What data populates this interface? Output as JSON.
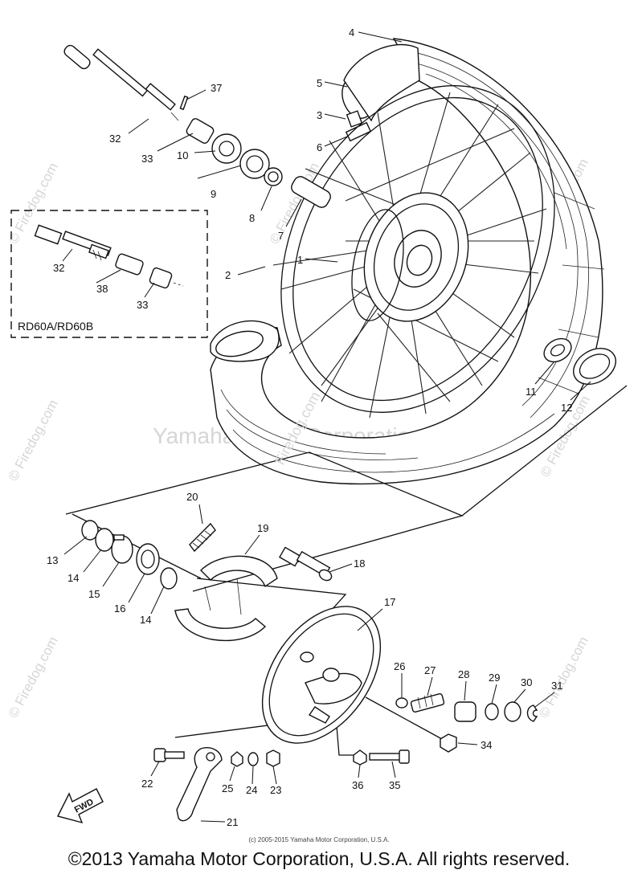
{
  "inset_label": "RD60A/RD60B",
  "fwd_label": "FWD",
  "watermarks": {
    "site": "© Firedog.com",
    "center": "Yamaha Motor Corporation U.S.A.",
    "wheel": "Firedog.com"
  },
  "callouts": {
    "p1": "1",
    "p2": "2",
    "p3": "3",
    "p4": "4",
    "p5": "5",
    "p6": "6",
    "p7": "7",
    "p8": "8",
    "p9": "9",
    "p10": "10",
    "p11": "11",
    "p12": "12",
    "p13": "13",
    "p14a": "14",
    "p14b": "14",
    "p15": "15",
    "p16": "16",
    "p17": "17",
    "p18": "18",
    "p19": "19",
    "p20": "20",
    "p21": "21",
    "p22": "22",
    "p23": "23",
    "p24": "24",
    "p25": "25",
    "p26": "26",
    "p27": "27",
    "p28": "28",
    "p29": "29",
    "p30": "30",
    "p31": "31",
    "p32a": "32",
    "p32b": "32",
    "p33a": "33",
    "p33b": "33",
    "p34": "34",
    "p35": "35",
    "p36": "36",
    "p37": "37",
    "p38": "38"
  },
  "footer": {
    "small_copyright": "(c) 2005-2015 Yamaha Motor Corporation, U.S.A.",
    "copyright": "©2013 Yamaha Motor Corporation, U.S.A. All rights reserved."
  }
}
